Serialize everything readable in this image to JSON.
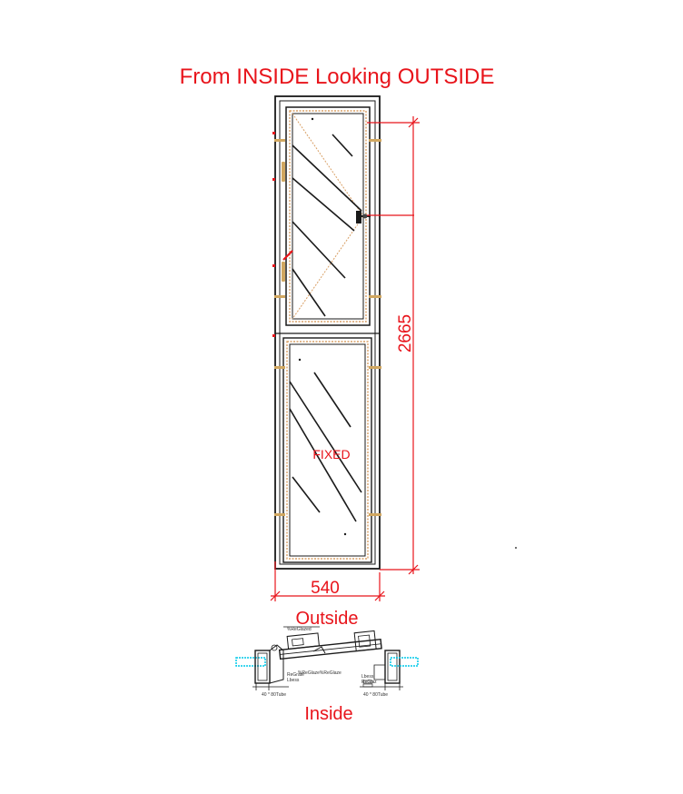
{
  "header": {
    "view_title": "From INSIDE Looking OUTSIDE"
  },
  "dimensions": {
    "height": "2665",
    "width": "540"
  },
  "panels": {
    "lower_label": "FIXED"
  },
  "section": {
    "outside_label": "Outside",
    "inside_label": "Inside",
    "left_tube_label": "40 * 80Tube",
    "right_tube_label": "40 * 80Tube"
  },
  "colors": {
    "annotation": "#e8141b",
    "frame": "#1a1a1a",
    "gasket": "#d9a066",
    "hinge": "#d1a760",
    "wall_cap": "#00c8e8"
  }
}
